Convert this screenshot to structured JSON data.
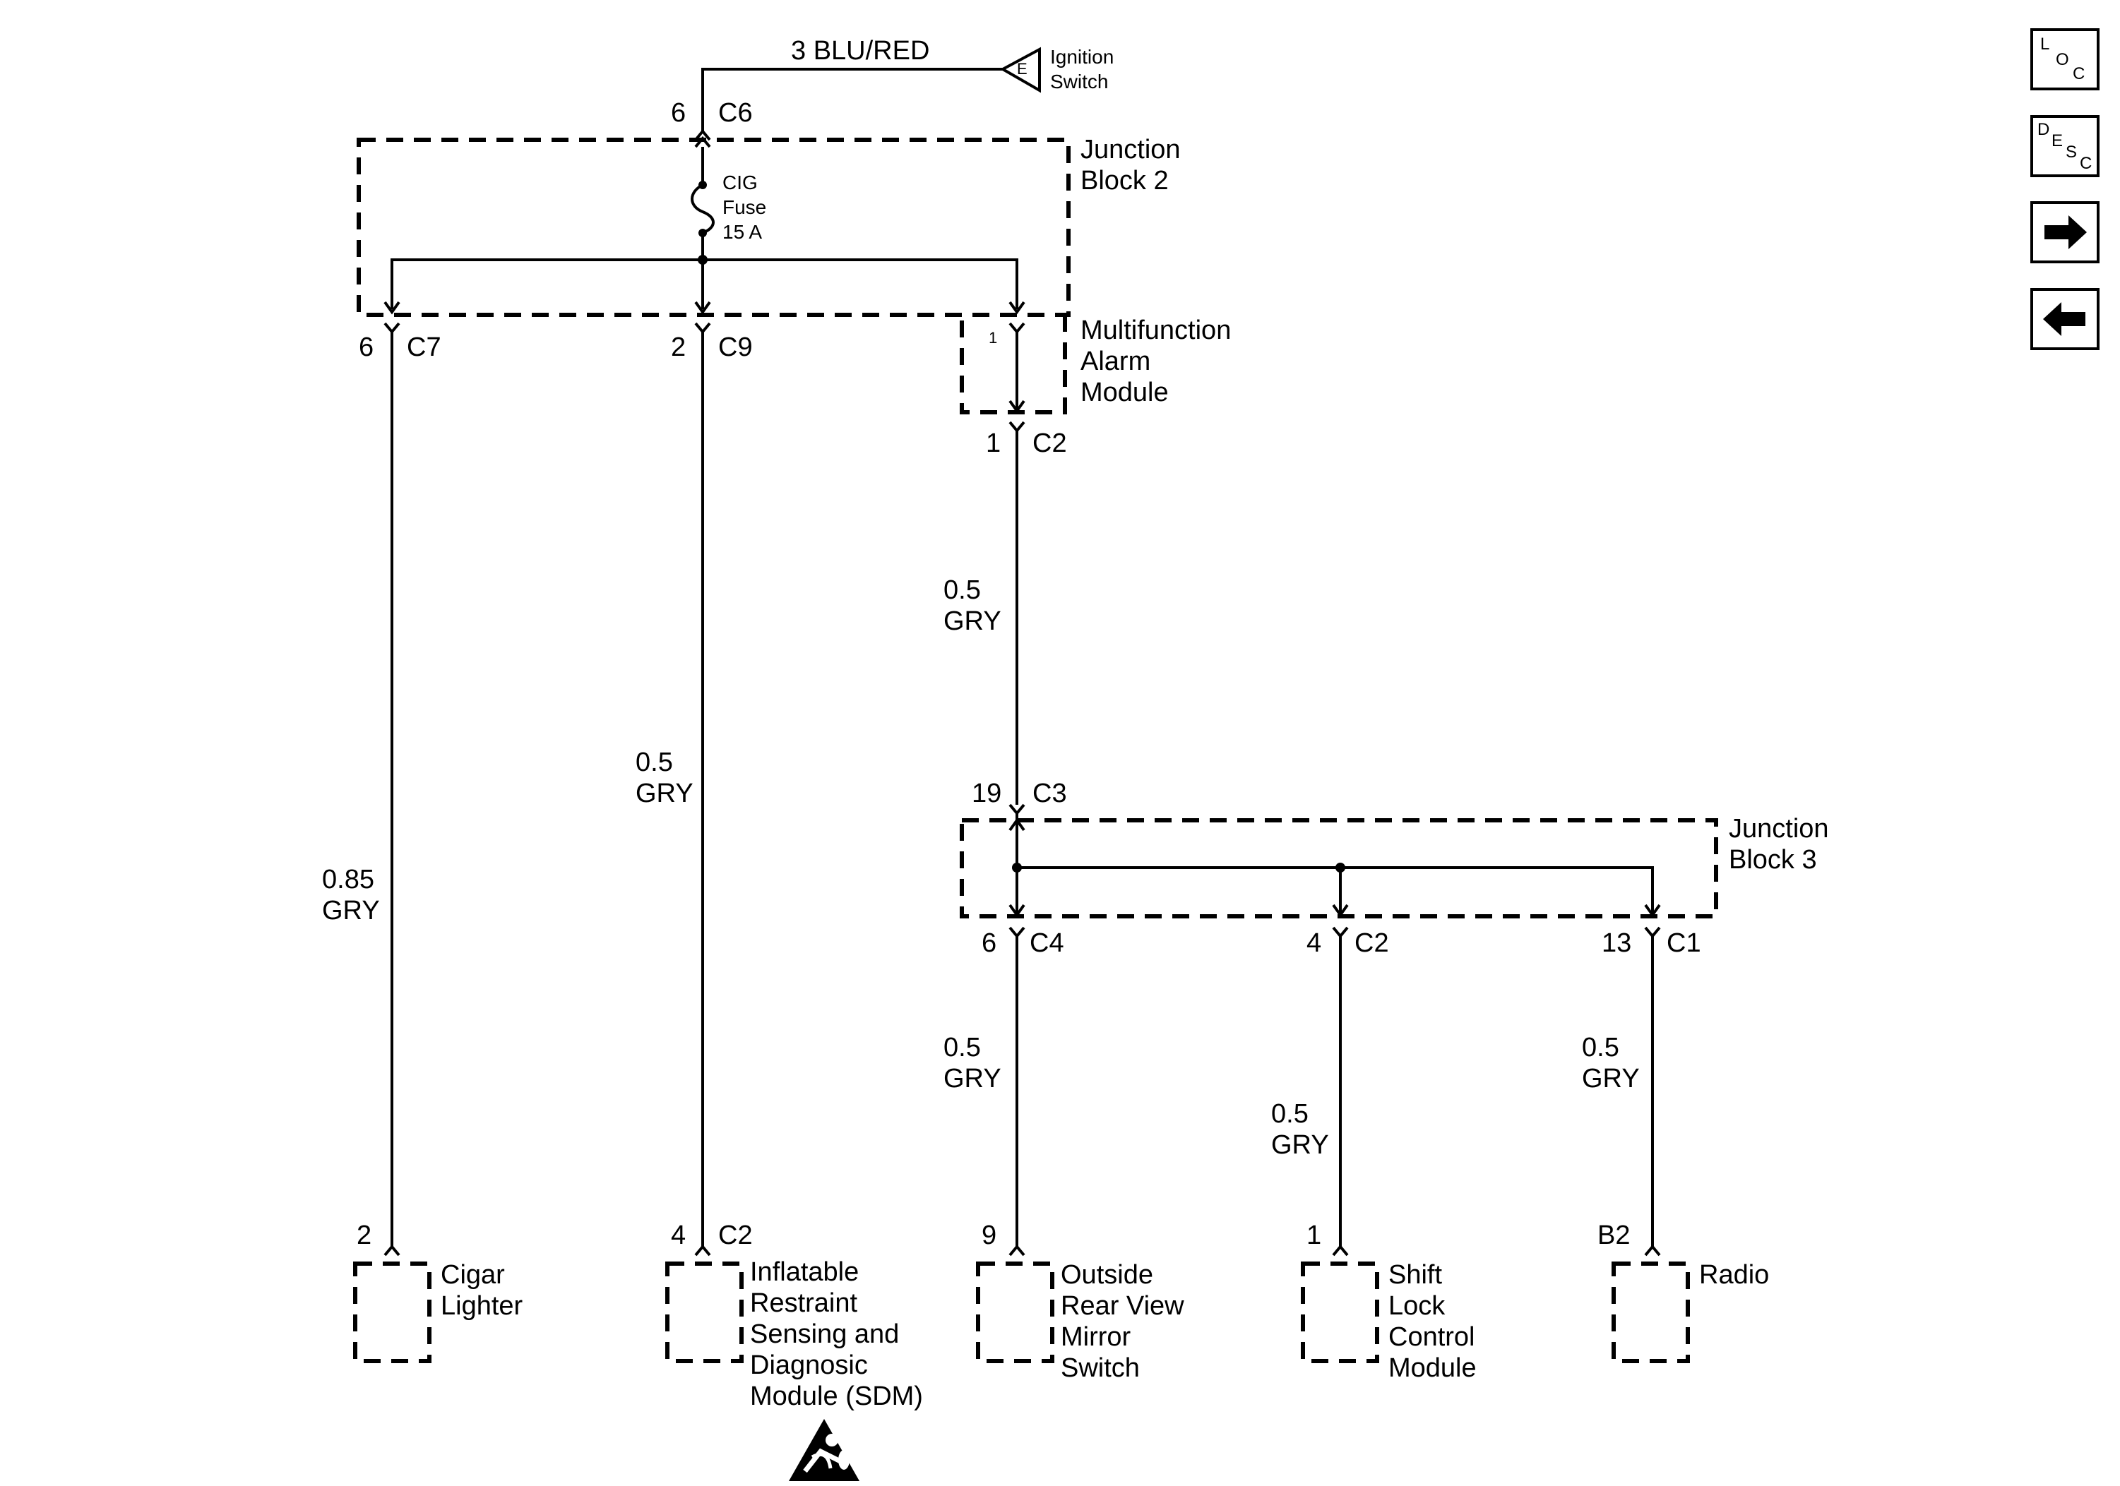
{
  "ignition_wire": "3 BLU/RED",
  "ignition_switch": {
    "letter": "E",
    "line1": "Ignition",
    "line2": "Switch"
  },
  "c6": {
    "pin": "6",
    "name": "C6"
  },
  "jb2": {
    "line1": "Junction",
    "line2": "Block 2"
  },
  "fuse": {
    "line1": "CIG",
    "line2": "Fuse",
    "line3": "15 A"
  },
  "c7": {
    "pin": "6",
    "name": "C7"
  },
  "c9": {
    "pin": "2",
    "name": "C9"
  },
  "mam": {
    "pin": "1",
    "line1": "Multifunction",
    "line2": "Alarm",
    "line3": "Module",
    "out_pin": "1",
    "out_name": "C2"
  },
  "wires": {
    "cigar": {
      "gauge": "0.85",
      "color": "GRY"
    },
    "sdm": {
      "gauge": "0.5",
      "color": "GRY"
    },
    "mam_jb3": {
      "gauge": "0.5",
      "color": "GRY"
    },
    "mirror": {
      "gauge": "0.5",
      "color": "GRY"
    },
    "shift": {
      "gauge": "0.5",
      "color": "GRY"
    },
    "radio": {
      "gauge": "0.5",
      "color": "GRY"
    }
  },
  "c3": {
    "pin": "19",
    "name": "C3"
  },
  "jb3": {
    "line1": "Junction",
    "line2": "Block 3"
  },
  "c4": {
    "pin": "6",
    "name": "C4"
  },
  "jb3_c2": {
    "pin": "4",
    "name": "C2"
  },
  "c1": {
    "pin": "13",
    "name": "C1"
  },
  "components": {
    "cigar": {
      "pin": "2",
      "line1": "Cigar",
      "line2": "Lighter"
    },
    "sdm": {
      "pin": "4",
      "conn": "C2",
      "line1": "Inflatable",
      "line2": "Restraint",
      "line3": "Sensing and",
      "line4": "Diagnosic",
      "line5": "Module (SDM)"
    },
    "mirror": {
      "pin": "9",
      "line1": "Outside",
      "line2": "Rear View",
      "line3": "Mirror",
      "line4": "Switch"
    },
    "shift": {
      "pin": "1",
      "line1": "Shift",
      "line2": "Lock",
      "line3": "Control",
      "line4": "Module"
    },
    "radio": {
      "pin": "B2",
      "line1": "Radio"
    }
  },
  "nav": {
    "loc": {
      "l1": "L",
      "l2": "O",
      "l3": "C"
    },
    "desc": {
      "l1": "D",
      "l2": "E",
      "l3": "S",
      "l4": "C"
    }
  },
  "icons": {
    "airbag": "airbag-warning-icon",
    "next": "arrow-right-icon",
    "prev": "arrow-left-icon"
  }
}
